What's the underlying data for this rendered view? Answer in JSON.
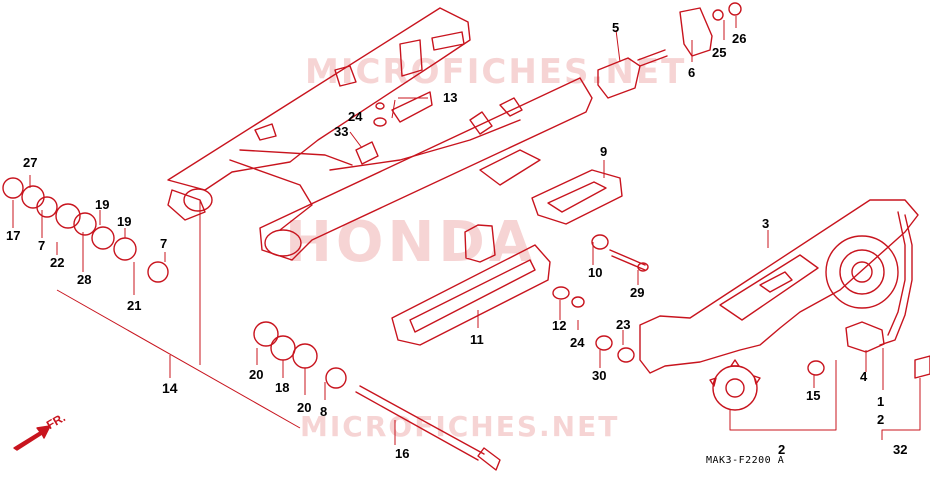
{
  "watermarks": {
    "site_top": "MICROFICHES.NET",
    "site_bottom": "MICROFICHES.NET",
    "brand": "HONDA"
  },
  "direction_label": "FR.",
  "diagram_code": "MAK3-F2200 A",
  "part_numbers": {
    "p27": "27",
    "p17": "17",
    "p7a": "7",
    "p19a": "19",
    "p19b": "19",
    "p7b": "7",
    "p22": "22",
    "p28": "28",
    "p21": "21",
    "p14": "14",
    "p20a": "20",
    "p18": "18",
    "p20b": "20",
    "p8": "8",
    "p16": "16",
    "p24a": "24",
    "p33": "33",
    "p13": "13",
    "p5": "5",
    "p6": "6",
    "p25": "25",
    "p26": "26",
    "p9": "9",
    "p11": "11",
    "p10": "10",
    "p29": "29",
    "p12": "12",
    "p24b": "24",
    "p23": "23",
    "p30": "30",
    "p3": "3",
    "p15": "15",
    "p2": "2",
    "p4": "4",
    "p1": "1",
    "p2b": "2",
    "p32": "32"
  },
  "colors": {
    "drawing": "#c8141e",
    "labels": "#000000",
    "watermark": "#f6d4d4"
  }
}
